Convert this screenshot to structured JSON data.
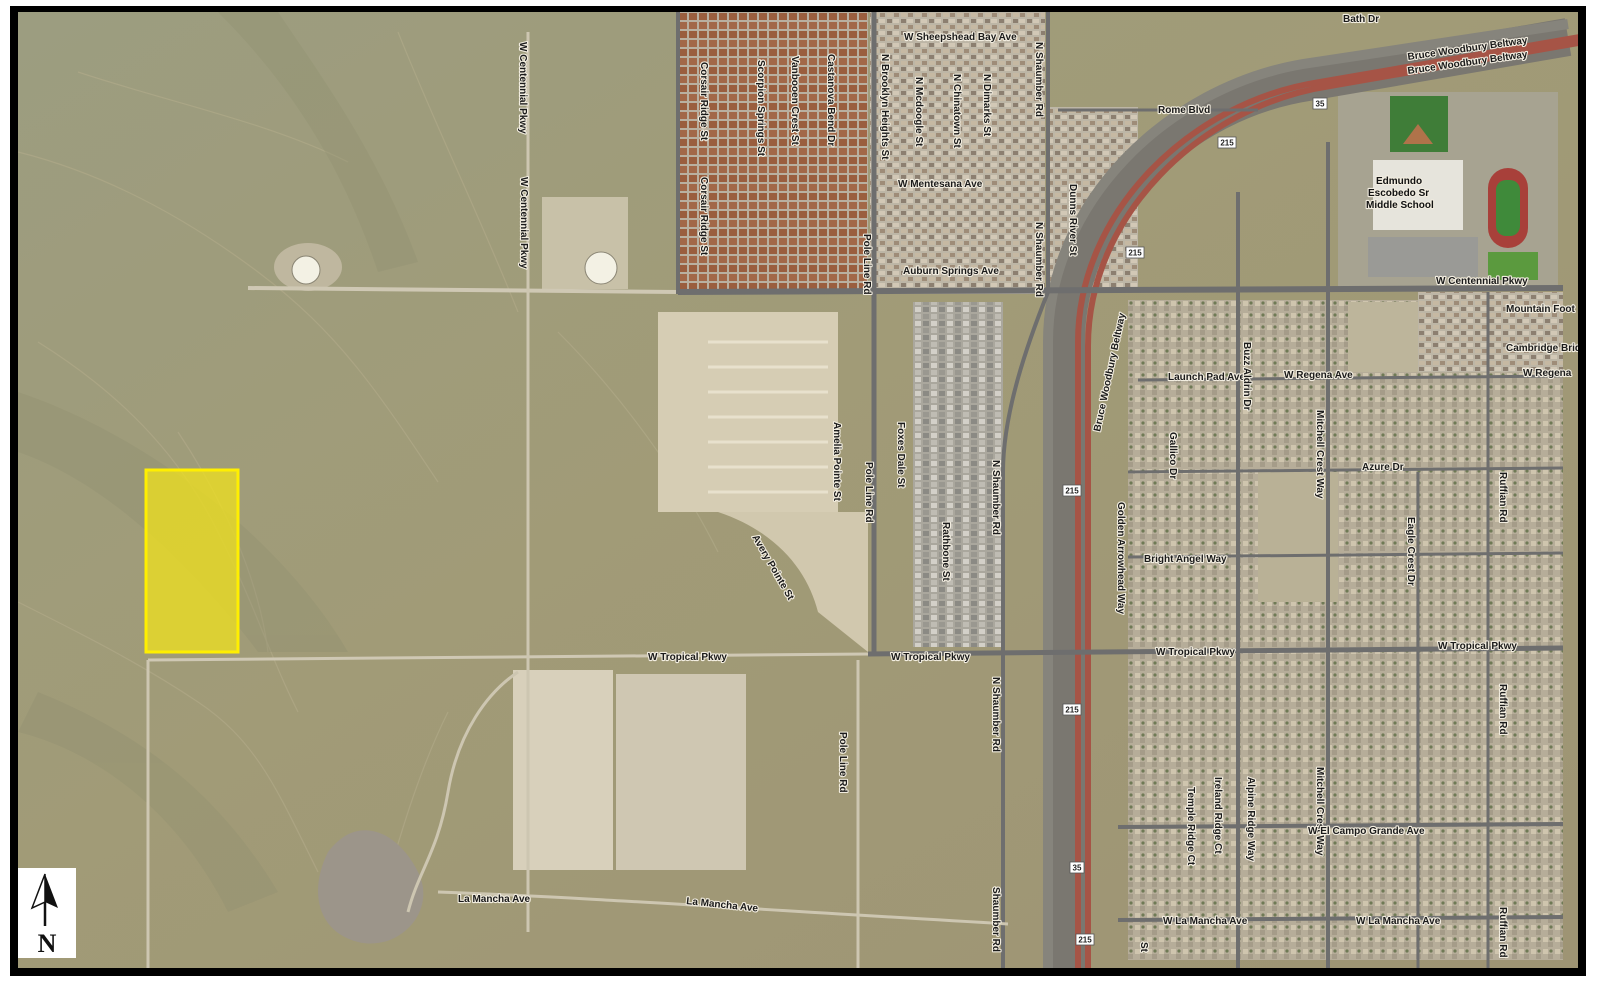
{
  "streets": {
    "bath_dr": "Bath Dr",
    "bruce_woodbury_1": "Bruce Woodbury Beltway",
    "bruce_woodbury_2": "Bruce Woodbury Beltway",
    "bruce_woodbury_vertical": "Bruce Woodbury Beltway",
    "w_sheepshead_bay": "W Sheepshead Bay Ave",
    "rome_blvd": "Rome Blvd",
    "w_centennial_pkwy_v1": "W Centennial Pkwy",
    "w_centennial_pkwy_v2": "W Centennial Pkwy",
    "w_centennial_pkwy_h": "W Centennial Pkwy",
    "corsair_ridge_1": "Corsair Ridge St",
    "corsair_ridge_2": "Corsair Ridge St",
    "scorpion_springs": "Scorpion Springs St",
    "vanbooen_crest": "Vanbooen Crest St",
    "castanova_bend": "Castanova Bend Dr",
    "n_brooklyn_heights": "N Brooklyn Heights St",
    "n_mcdoogle": "N Mcdoogle St",
    "n_chinatown": "N Chinatown St",
    "n_dimarks": "N Dimarks St",
    "n_shaumber_1": "N Shaumber Rd",
    "n_shaumber_2": "N Shaumber Rd",
    "n_shaumber_3": "N Shaumber Rd",
    "shaumber_rd": "Shaumber Rd",
    "w_mentesana": "W Mentesana Ave",
    "dunns_river": "Dunns River St",
    "auburn_springs": "Auburn Springs Ave",
    "pole_line_1": "Pole Line Rd",
    "pole_line_2": "Pole Line Rd",
    "pole_line_3": "Pole Line Rd",
    "mountain_foot": "Mountain Foot",
    "cambridge_bridge": "Cambridge Bridge",
    "w_regena_right": "W Regena",
    "w_regena_ave": "W Regena Ave",
    "launch_pad": "Launch Pad Ave",
    "buzz_aldrin": "Buzz Aldrin Dr",
    "mitchell_crest_1": "Mitchell Crest Way",
    "mitchell_crest_2": "Mitchell Crest Way",
    "amelia_pointe": "Amelia Pointe St",
    "foxes_dale": "Foxes Dale St",
    "rathbone": "Rathbone St",
    "azure_dr": "Azure Dr",
    "ruffian_1": "Ruffian Rd",
    "ruffian_2": "Ruffian Rd",
    "ruffian_3": "Ruffian Rd",
    "gallico": "Gallico Dr",
    "golden_arrowhead": "Golden Arrowhead Way",
    "eagle_crest": "Eagle Crest Dr",
    "avery_pointe": "Avery Pointe St",
    "bright_angel": "Bright Angel Way",
    "w_tropical_1": "W Tropical Pkwy",
    "w_tropical_2": "W Tropical Pkwy",
    "w_tropical_3": "W Tropical Pkwy",
    "w_tropical_4": "W Tropical Pkwy",
    "temple_ridge": "Temple Ridge Ct",
    "ireland_ridge": "Ireland Ridge Ct",
    "alpine_ridge": "Alpine Ridge Way",
    "w_el_campo_grande": "W El Campo Grande Ave",
    "la_mancha_1": "La Mancha Ave",
    "la_mancha_2": "La Mancha Ave",
    "w_la_mancha_1": "W La Mancha Ave",
    "w_la_mancha_2": "W La Mancha Ave",
    "st_stub": "St"
  },
  "school": {
    "line1": "Edmundo",
    "line2": "Escobedo Sr",
    "line3": "Middle School"
  },
  "highway_shield": "215",
  "highway_shield_small": "35",
  "north_arrow": {
    "letter": "N"
  },
  "colors": {
    "desert": "#9c9a78",
    "pavement": "#6e6e6e",
    "parcel_fill": "#f0e21e",
    "parcel_stroke": "#ffef00",
    "beltway_red": "#a65446"
  }
}
